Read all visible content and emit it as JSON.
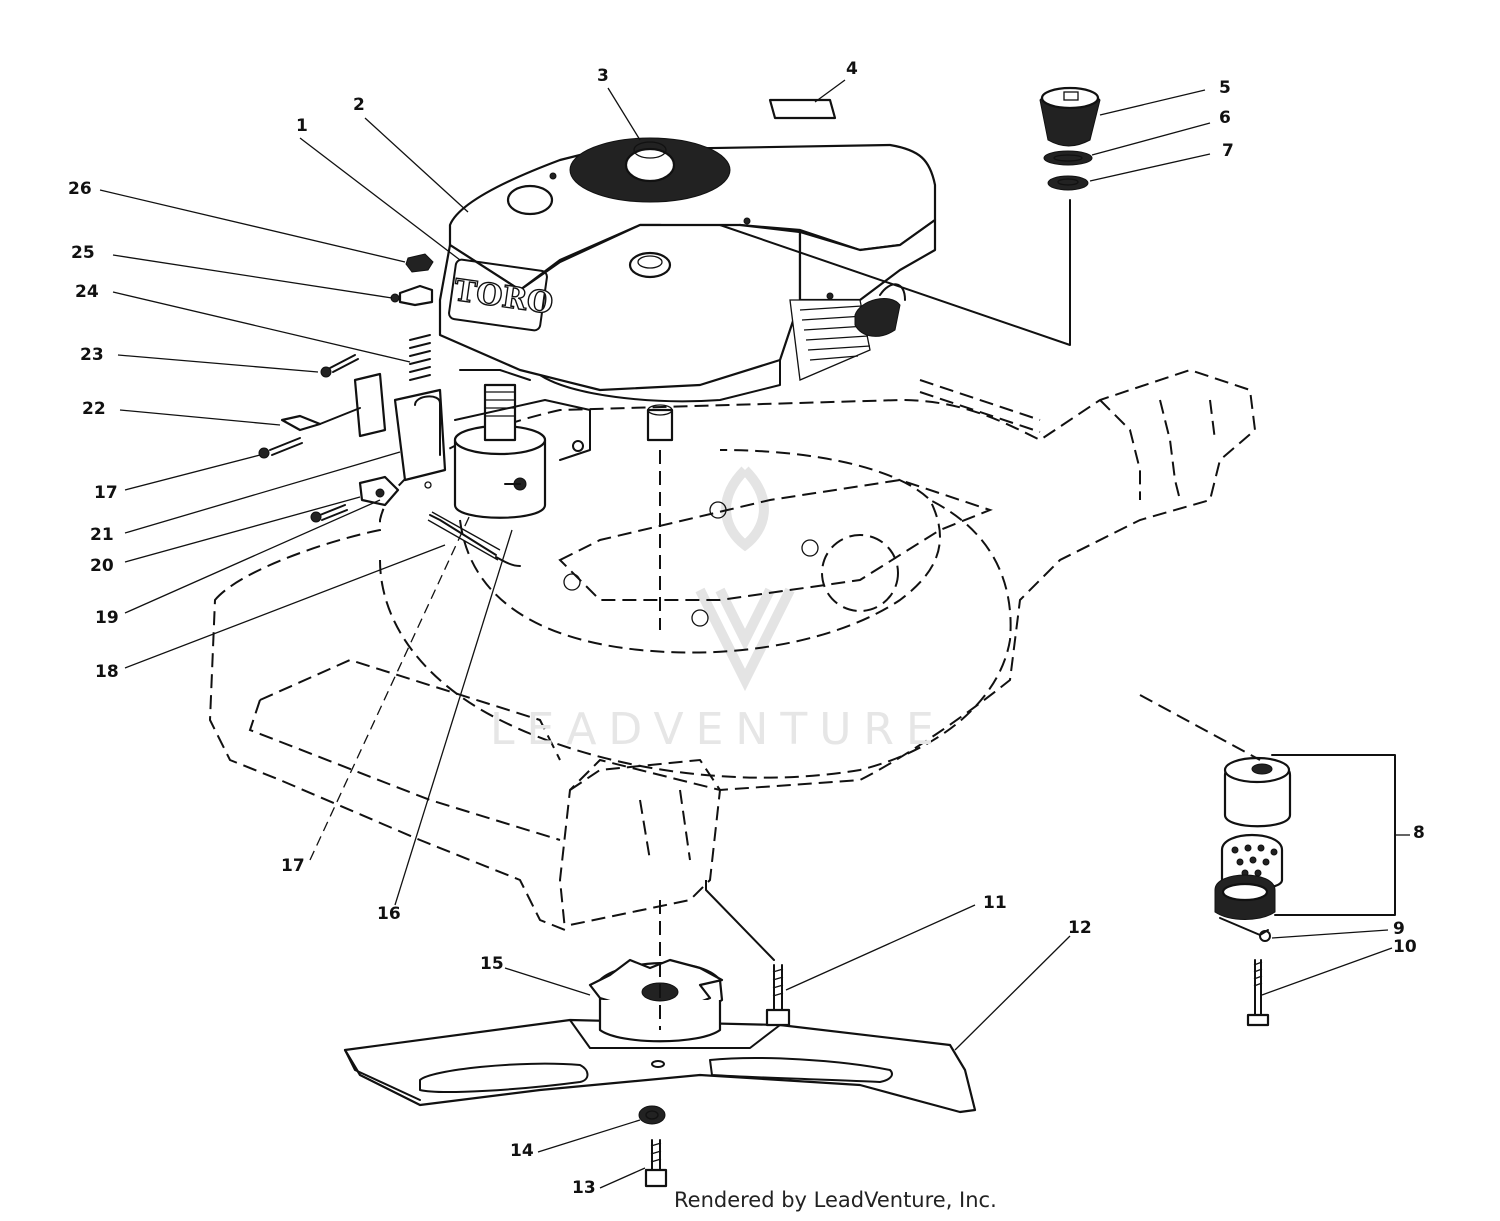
{
  "diagram": {
    "brand_logo": "TORO",
    "watermark": "LEADVENTURE",
    "footer": "Rendered by LeadVenture, Inc.",
    "labels": [
      {
        "id": "label-1",
        "text": "1"
      },
      {
        "id": "label-2",
        "text": "2"
      },
      {
        "id": "label-3",
        "text": "3"
      },
      {
        "id": "label-4",
        "text": "4"
      },
      {
        "id": "label-5",
        "text": "5"
      },
      {
        "id": "label-6",
        "text": "6"
      },
      {
        "id": "label-7",
        "text": "7"
      },
      {
        "id": "label-8",
        "text": "8"
      },
      {
        "id": "label-9",
        "text": "9"
      },
      {
        "id": "label-10",
        "text": "10"
      },
      {
        "id": "label-11",
        "text": "11"
      },
      {
        "id": "label-12",
        "text": "12"
      },
      {
        "id": "label-13",
        "text": "13"
      },
      {
        "id": "label-14",
        "text": "14"
      },
      {
        "id": "label-15",
        "text": "15"
      },
      {
        "id": "label-16",
        "text": "16"
      },
      {
        "id": "label-17a",
        "text": "17"
      },
      {
        "id": "label-17b",
        "text": "17"
      },
      {
        "id": "label-18",
        "text": "18"
      },
      {
        "id": "label-19",
        "text": "19"
      },
      {
        "id": "label-20",
        "text": "20"
      },
      {
        "id": "label-21",
        "text": "21"
      },
      {
        "id": "label-22",
        "text": "22"
      },
      {
        "id": "label-23",
        "text": "23"
      },
      {
        "id": "label-24",
        "text": "24"
      },
      {
        "id": "label-25",
        "text": "25"
      },
      {
        "id": "label-26",
        "text": "26"
      }
    ]
  }
}
